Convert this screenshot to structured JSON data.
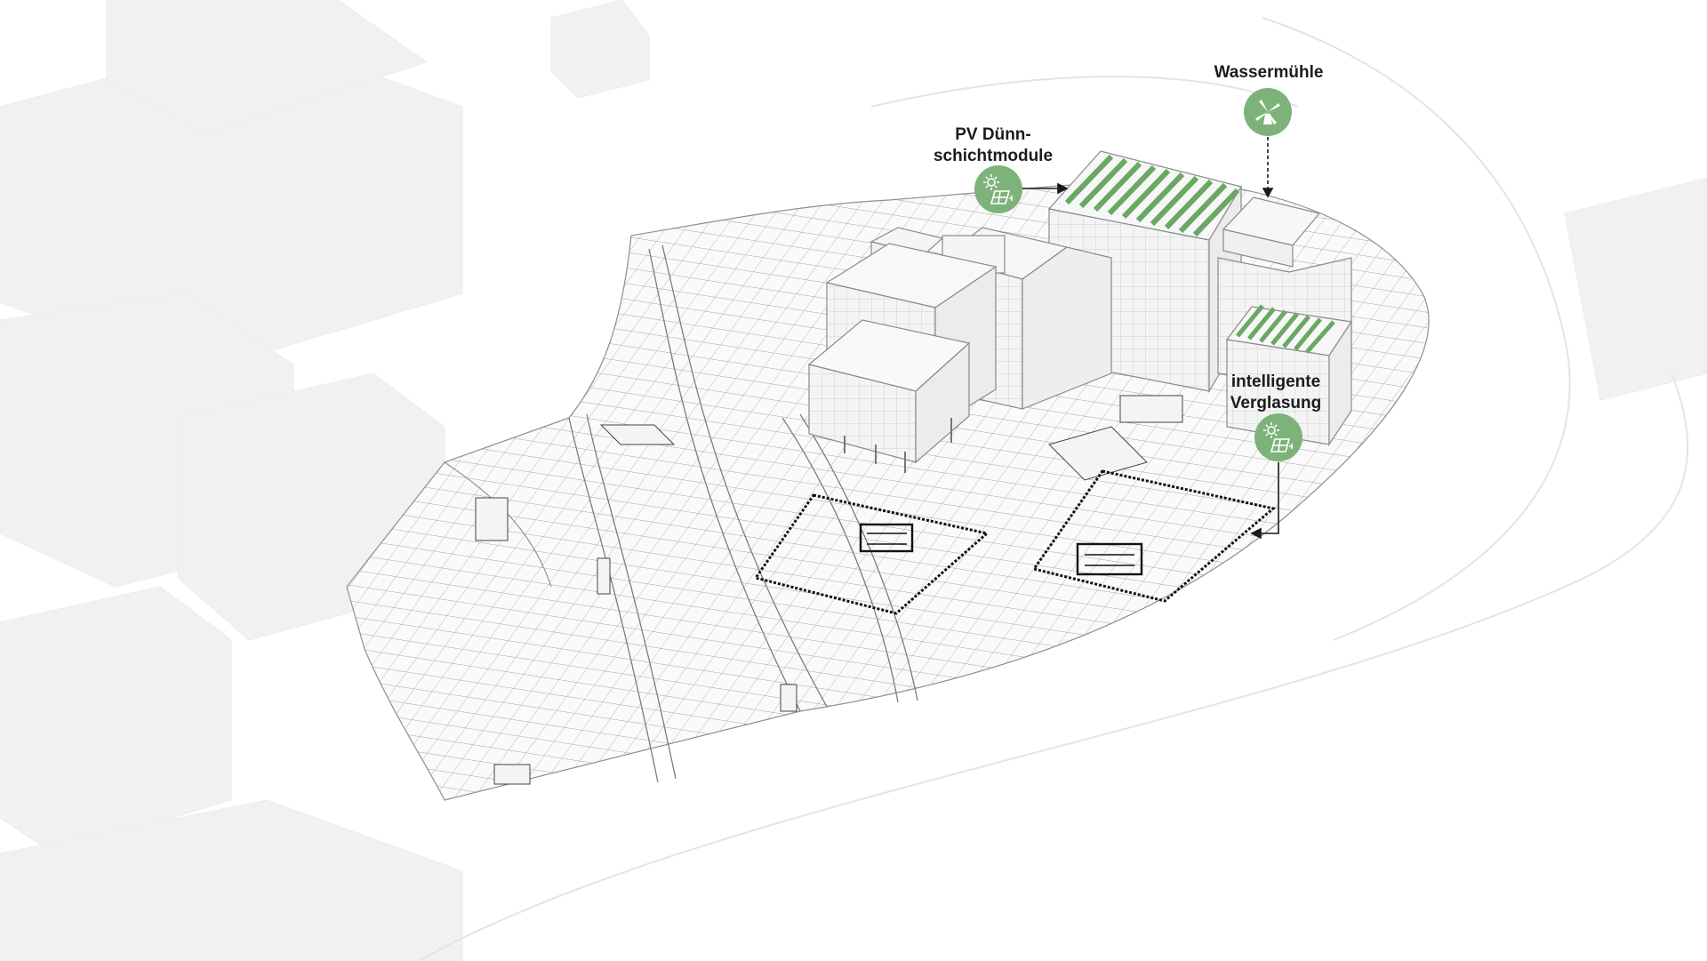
{
  "colors": {
    "accent_green": "#6aa864",
    "badge_green": "#7db37a",
    "line_dark": "#1a1a1a",
    "mass_light": "#f2f2f2",
    "mass_mid": "#e9e9e9"
  },
  "labels": {
    "wassermuehle": "Wassermühle",
    "pv_line1": "PV Dünn-",
    "pv_line2": "schichtmodule",
    "glass_line1": "intelligente",
    "glass_line2": "Verglasung"
  },
  "icons": {
    "wassermuehle": "windmill-icon",
    "pv": "solar-panel-plug-icon",
    "glass": "solar-panel-plug-icon"
  }
}
